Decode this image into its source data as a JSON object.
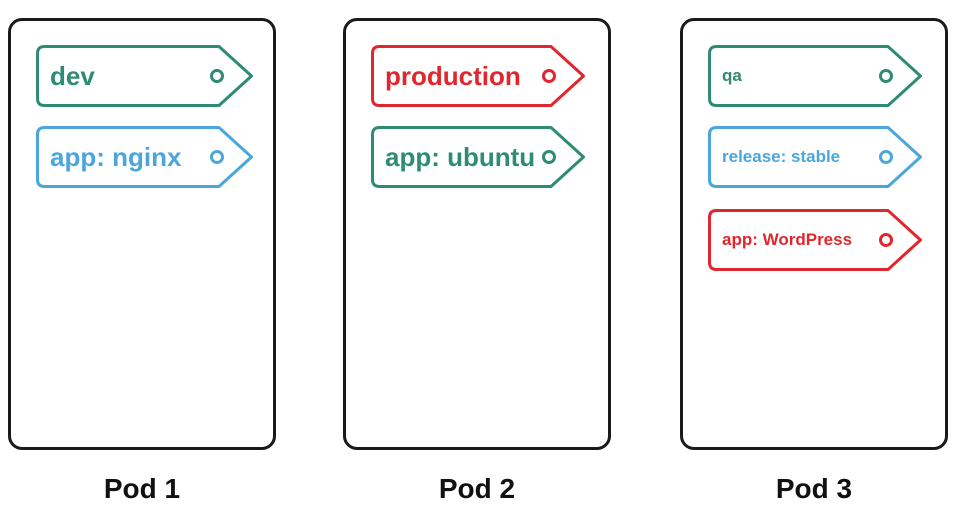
{
  "colors": {
    "green": "#2e8b74",
    "blue": "#4aa6dc",
    "red": "#e1262d",
    "border": "#1a1a1a"
  },
  "pods": [
    {
      "name": "Pod 1",
      "labels": [
        {
          "text": "dev",
          "color": "green"
        },
        {
          "text": "app: nginx",
          "color": "blue"
        }
      ]
    },
    {
      "name": "Pod 2",
      "labels": [
        {
          "text": "production",
          "color": "red"
        },
        {
          "text": "app: ubuntu",
          "color": "green"
        }
      ]
    },
    {
      "name": "Pod 3",
      "labels": [
        {
          "text": "qa",
          "color": "green"
        },
        {
          "text": "release: stable",
          "color": "blue"
        },
        {
          "text": "app: WordPress",
          "color": "red"
        }
      ]
    }
  ]
}
